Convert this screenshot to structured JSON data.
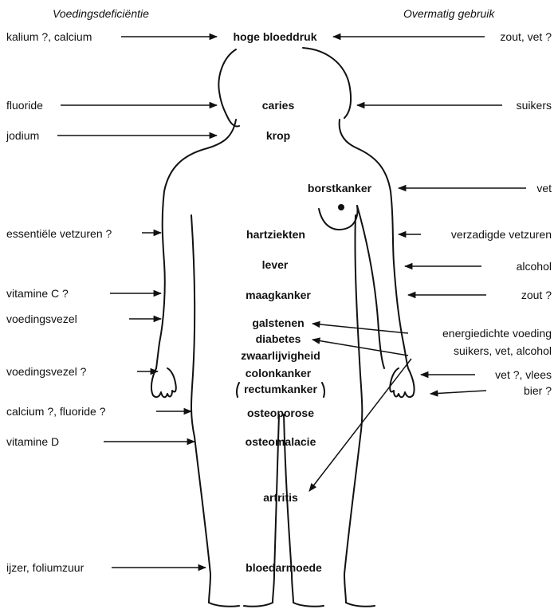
{
  "headers": {
    "left": "Voedingsdeficiëntie",
    "right": "Overmatig gebruik"
  },
  "left_labels": [
    "kalium ?, calcium",
    "fluoride",
    "jodium",
    "essentiële vetzuren ?",
    "vitamine C ?",
    "voedingsvezel",
    "voedingsvezel ?",
    "calcium ?, fluoride ?",
    "vitamine D",
    "ijzer, foliumzuur"
  ],
  "right_labels": [
    "zout, vet ?",
    "suikers",
    "vet",
    "verzadigde vetzuren",
    "alcohol",
    "zout ?",
    "energiedichte voeding",
    "suikers, vet, alcohol",
    "vet ?, vlees",
    "bier ?"
  ],
  "conditions": [
    "hoge bloeddruk",
    "caries",
    "krop",
    "borstkanker",
    "hartziekten",
    "lever",
    "maagkanker",
    "galstenen",
    "diabetes",
    "zwaarlijvigheid",
    "colonkanker",
    "rectumkanker",
    "osteoporose",
    "osteomalacie",
    "artritis",
    "bloedarmoede"
  ]
}
